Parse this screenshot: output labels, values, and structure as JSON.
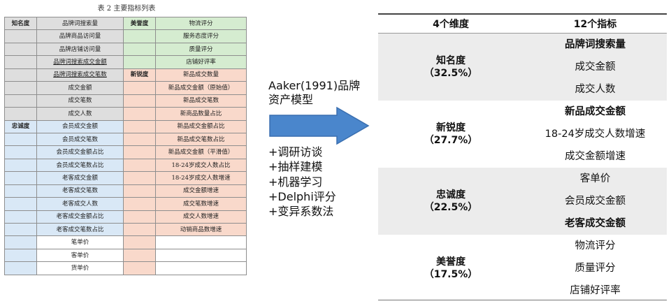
{
  "left_table": {
    "caption": "表 2 主要指标列表",
    "rows": [
      [
        "知名度",
        "品牌词搜索量",
        "美誉度",
        "物流评分"
      ],
      [
        "",
        "品牌商品访问量",
        "",
        "服务态度评分"
      ],
      [
        "",
        "品牌店铺访问量",
        "",
        "质量评分"
      ],
      [
        "",
        "品牌词搜索成交金额",
        "",
        "店铺好评率"
      ],
      [
        "",
        "品牌词搜索成交笔数",
        "新锐度",
        "新品成交数量"
      ],
      [
        "",
        "成交金额",
        "",
        "新品成交金额（原始值）"
      ],
      [
        "",
        "成交笔数",
        "",
        "新品成交笔数"
      ],
      [
        "",
        "成交人数",
        "",
        "新商品数量占比"
      ],
      [
        "忠诚度",
        "会员成交金额",
        "",
        "新品成交金额占比"
      ],
      [
        "",
        "会员成交笔数",
        "",
        "新品成交笔数占比"
      ],
      [
        "",
        "会员成交金额占比",
        "",
        "新品成交金额（平滑值）"
      ],
      [
        "",
        "会员成交笔数占比",
        "",
        "18-24岁成交人数占比"
      ],
      [
        "",
        "老客成交金额",
        "",
        "18-24岁成交人数增速"
      ],
      [
        "",
        "老客成交笔数",
        "",
        "成交金额增速"
      ],
      [
        "",
        "老客成交人数",
        "",
        "成交笔数增速"
      ],
      [
        "",
        "老客成交金额占比",
        "",
        "成交人数增速"
      ],
      [
        "",
        "老客成交笔数占比",
        "",
        "动销商品数增速"
      ],
      [
        "",
        "笔单价",
        "",
        ""
      ],
      [
        "",
        "客单价",
        "",
        ""
      ],
      [
        "",
        "货单价",
        "",
        ""
      ]
    ],
    "bold_cells": [
      [
        0,
        0
      ],
      [
        0,
        2
      ],
      [
        4,
        2
      ],
      [
        8,
        0
      ]
    ],
    "underlined_cells": [
      [
        3,
        1
      ],
      [
        4,
        1
      ]
    ],
    "colors": {
      "gray": "#dedede",
      "blue": "#d9e8f6",
      "green": "#d5ecd0",
      "pink": "#f9d9cb",
      "border": "#8e8e8e"
    }
  },
  "method": {
    "title_lines": [
      "Aaker(1991)品牌",
      "资产模型"
    ],
    "arrow_color": "#4a86cc",
    "arrow_stroke": "#3a6fb0",
    "items": [
      "+调研访谈",
      "+抽样建模",
      "+机器学习",
      "+Delphi评分",
      "+变异系数法"
    ]
  },
  "right_table": {
    "header_dimension": "4个维度",
    "header_indicator": "12个指标",
    "shade_color": "#ececec",
    "groups": [
      {
        "name": "知名度",
        "weight": "（32.5%）",
        "shaded": true,
        "indicators": [
          {
            "text": "品牌词搜索量",
            "bold": true
          },
          {
            "text": "成交金额",
            "bold": false
          },
          {
            "text": "成交人数",
            "bold": false
          }
        ]
      },
      {
        "name": "新锐度",
        "weight": "（27.7%）",
        "shaded": false,
        "indicators": [
          {
            "text": "新品成交金额",
            "bold": true
          },
          {
            "text": "18-24岁成交人数增速",
            "bold": false
          },
          {
            "text": "成交金额增速",
            "bold": false
          }
        ]
      },
      {
        "name": "忠诚度",
        "weight": "（22.5%）",
        "shaded": true,
        "indicators": [
          {
            "text": "客单价",
            "bold": false
          },
          {
            "text": "会员成交金额",
            "bold": false
          },
          {
            "text": "老客成交金额",
            "bold": true
          }
        ]
      },
      {
        "name": "美誉度",
        "weight": "（17.5%）",
        "shaded": false,
        "indicators": [
          {
            "text": "物流评分",
            "bold": false
          },
          {
            "text": "质量评分",
            "bold": false
          },
          {
            "text": "店铺好评率",
            "bold": false
          }
        ]
      }
    ]
  }
}
